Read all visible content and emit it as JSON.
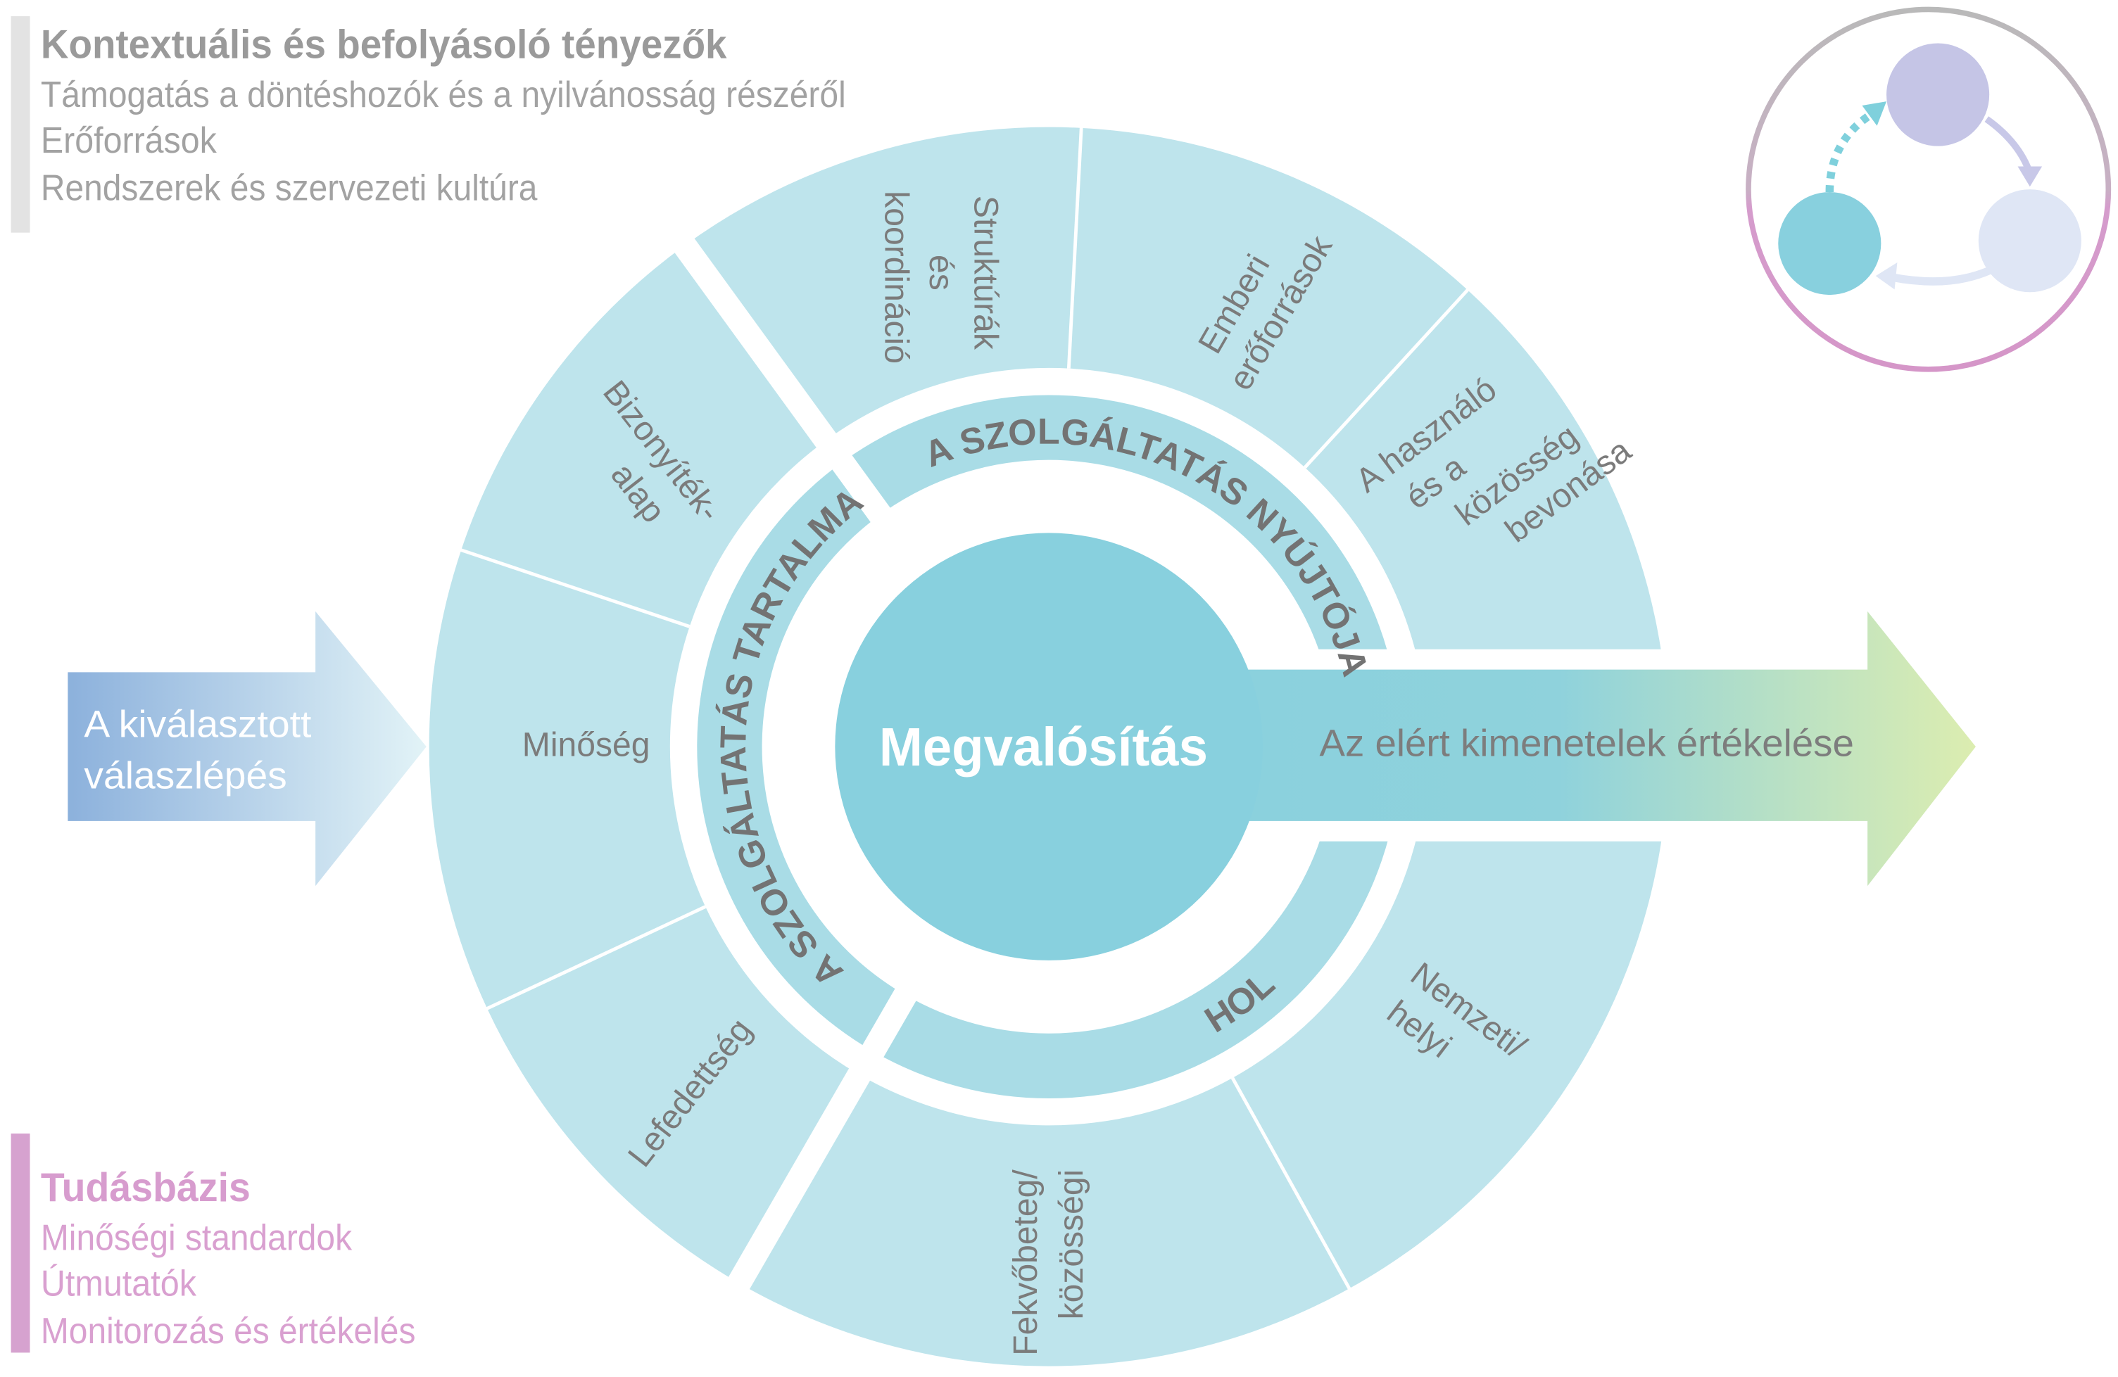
{
  "context": {
    "title": "Kontextuális és befolyásoló tényezők",
    "items": [
      "Támogatás a döntéshozók és a nyilvánosság részéről",
      "Erőforrások",
      "Rendszerek és szervezeti kultúra"
    ]
  },
  "knowledge": {
    "title": "Tudásbázis",
    "items": [
      "Minőségi standardok",
      "Útmutatók",
      "Monitorozás és értékelés"
    ]
  },
  "input_arrow": {
    "lines": [
      "A kiválasztott",
      "válaszlépés"
    ]
  },
  "center": {
    "label": "Megvalósítás"
  },
  "output_arrow": {
    "label": "Az elért kimenetelek értékelése"
  },
  "middle_ring": {
    "content": "A SZOLGÁLTATÁS TARTALMA",
    "provider": "A SZOLGÁLTATÁS NYÚJTÓJA",
    "where": "HOL"
  },
  "outer_ring": {
    "structures": [
      "Struktúrák",
      "és",
      "koordináció"
    ],
    "human_resources": [
      "Emberi",
      "erőforrások"
    ],
    "engagement": [
      "A használó",
      "és a",
      "közösség",
      "bevonása"
    ],
    "evidence": [
      "Bizonyíték-",
      "alap"
    ],
    "quality": [
      "Minőség"
    ],
    "coverage": [
      "Lefedettség"
    ],
    "setting": [
      "Fekvőbeteg/",
      "közösségi"
    ],
    "level": [
      "Nemzeti/",
      "helyi"
    ]
  },
  "colors": {
    "outer_ring": "#bee4ec",
    "middle_ring": "#a9dce6",
    "center": "#88d0de",
    "text_gray": "#7b7b7b",
    "knowledge_pink": "#d79cce"
  }
}
